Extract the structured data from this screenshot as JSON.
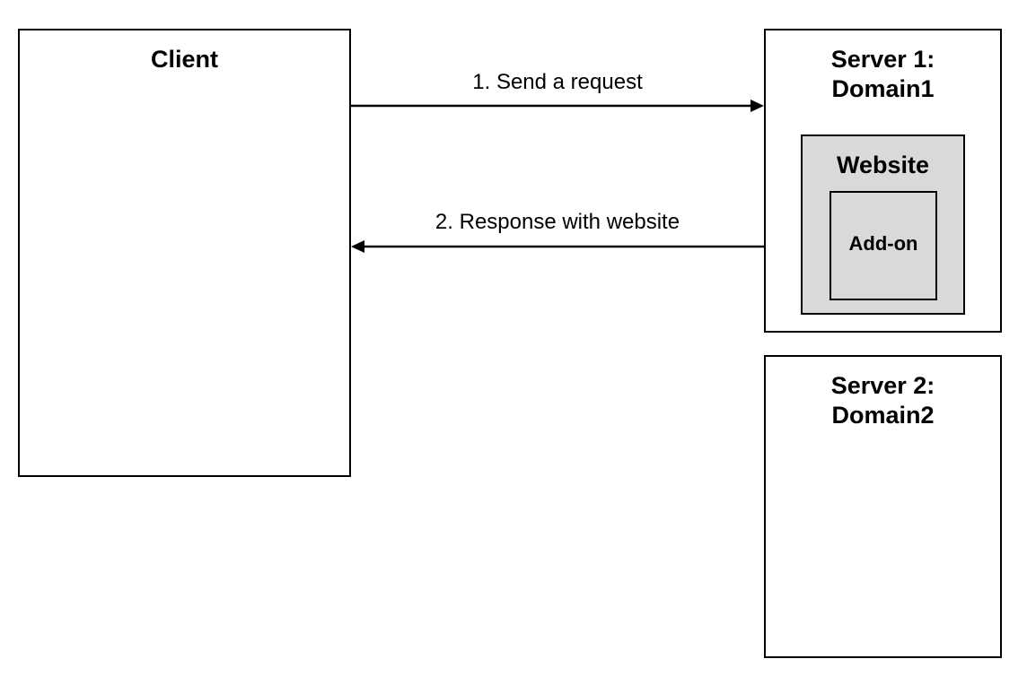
{
  "client": {
    "title": "Client"
  },
  "server1": {
    "title": "Server 1:\nDomain1"
  },
  "website": {
    "title": "Website"
  },
  "addon": {
    "title": "Add-on"
  },
  "server2": {
    "title": "Server 2:\nDomain2"
  },
  "arrows": {
    "request_label": "1. Send a request",
    "response_label": "2. Response with website"
  },
  "colors": {
    "line": "#000000",
    "website_fill": "#d9d9d9",
    "background": "#ffffff"
  }
}
